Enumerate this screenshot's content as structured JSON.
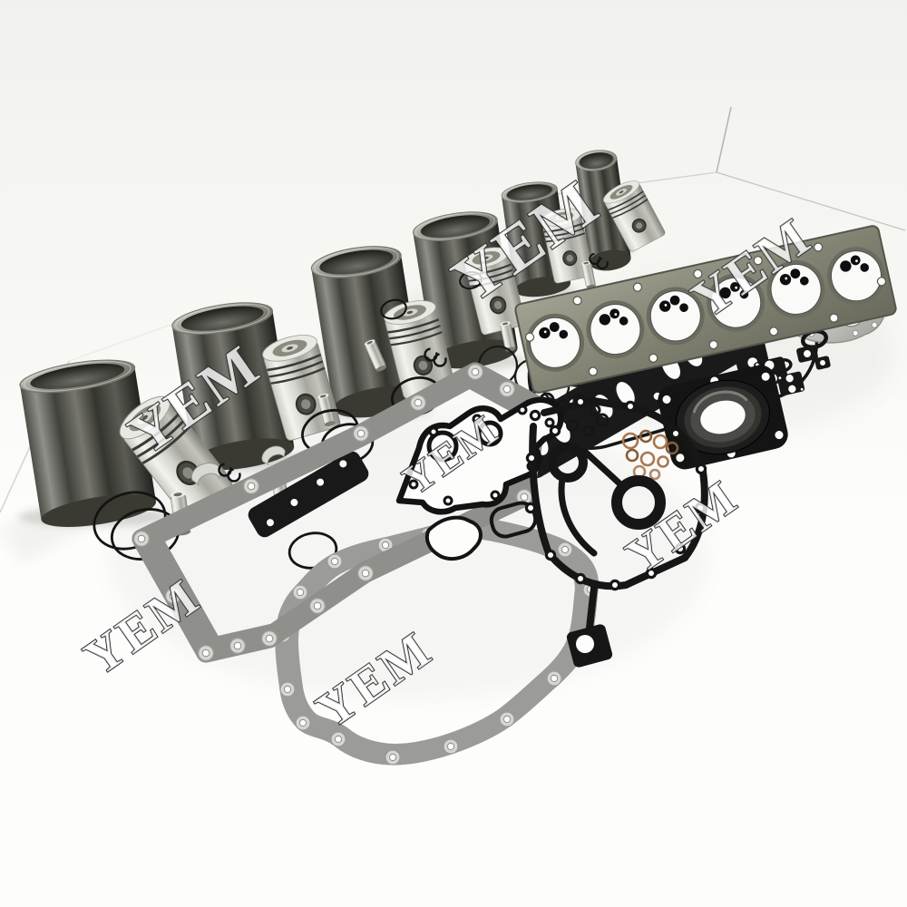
{
  "scene": {
    "kind": "product-photo",
    "subject": "engine-overhaul-rebuild-kit",
    "background": "studio-white-sweep"
  },
  "watermark": {
    "text": "YEM",
    "instances": 7,
    "fill": "#ffffff",
    "outline": "#222222"
  },
  "palette": {
    "background": "#fbfbf9",
    "wall_seam": "#c6c6c2",
    "liner_dark": "#35352f",
    "liner_light": "#90908a",
    "piston_silver": "#f1f1ec",
    "gasket_black": "#171717",
    "head_gasket_olive": "#8f8f80",
    "metal_gasket_silver": "#cdcdc9",
    "copper_oring": "#a87850",
    "bore_white": "#fafaf8"
  },
  "parts": [
    {
      "name": "cylinder-liner",
      "count": 6
    },
    {
      "name": "piston",
      "count": 6
    },
    {
      "name": "piston-pin",
      "count": 7
    },
    {
      "name": "piston-ring",
      "count": 12
    },
    {
      "name": "snap-ring-clip",
      "count": 4
    },
    {
      "name": "bearing-shell",
      "count": 2
    },
    {
      "name": "cylinder-head-gasket",
      "count": 1
    },
    {
      "name": "valve-cover-gasket",
      "count": 1
    },
    {
      "name": "exhaust-manifold-gasket",
      "count": 1
    },
    {
      "name": "water-pump-gasket",
      "count": 1
    },
    {
      "name": "oval-ring-gasket",
      "count": 3
    },
    {
      "name": "small-port-gasket",
      "count": 6
    },
    {
      "name": "rear-main-seal",
      "count": 1
    },
    {
      "name": "copper-o-ring",
      "count": 9
    },
    {
      "name": "rubber-o-ring",
      "count": 8
    },
    {
      "name": "large-o-ring",
      "count": 3
    },
    {
      "name": "oil-cooler-gasket",
      "count": 1
    },
    {
      "name": "timing-case-gasket",
      "count": 1
    },
    {
      "name": "oil-pan-gasket",
      "count": 1
    },
    {
      "name": "timing-cover-gasket",
      "count": 1
    },
    {
      "name": "side-plate-gasket",
      "count": 1
    }
  ]
}
